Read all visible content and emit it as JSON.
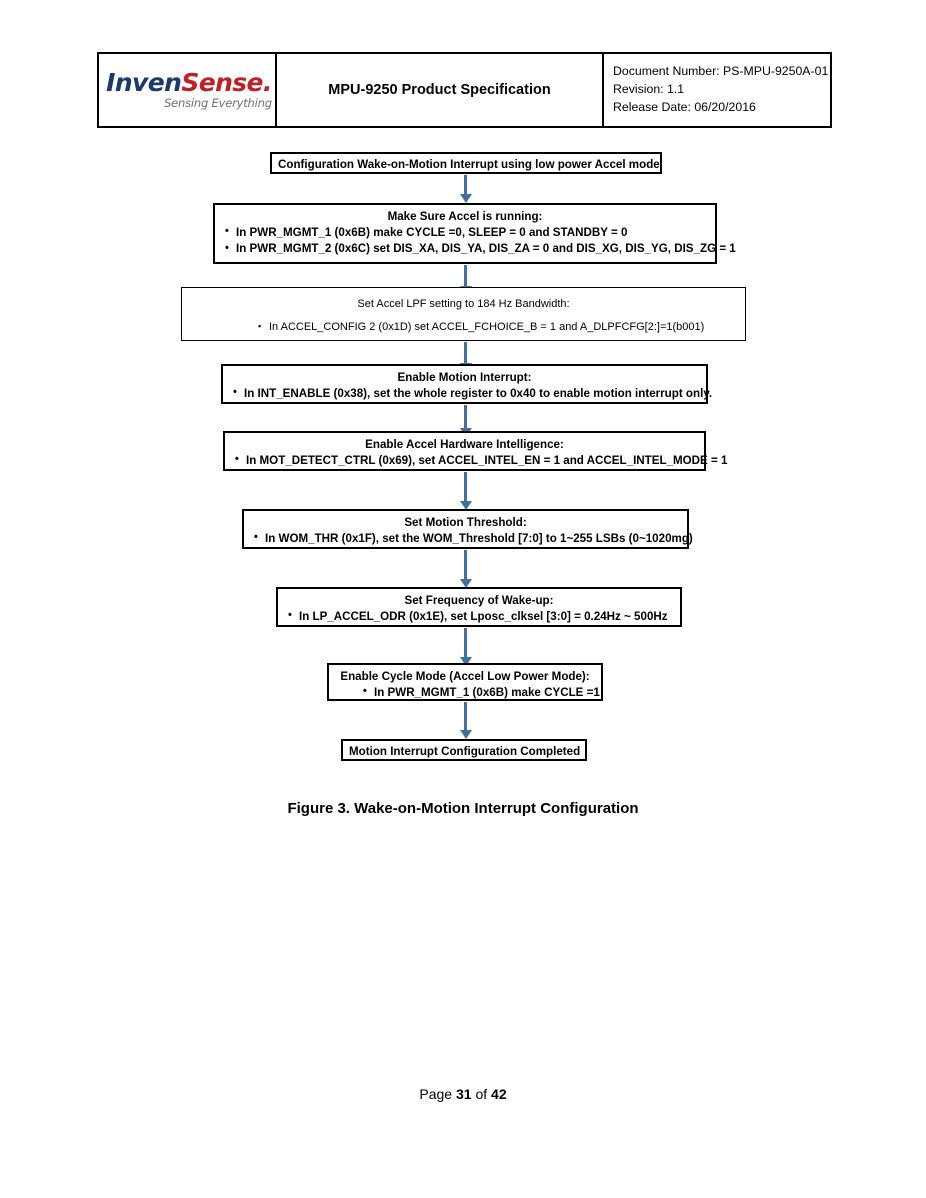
{
  "header": {
    "logo": {
      "name": "InvenSense",
      "part_primary": "Inven",
      "part_secondary": "Sense",
      "tagline": "Sensing Everything",
      "color_primary": "#1b3a6b",
      "color_secondary": "#be2026",
      "color_tagline": "#6d6e70"
    },
    "title": "MPU-9250 Product Specification",
    "meta": {
      "document_number": "Document Number: PS-MPU-9250A-01",
      "revision": "Revision: 1.1",
      "release_date": "Release Date: 06/20/2016"
    }
  },
  "flowchart": {
    "accent_color": "#41719c",
    "border_color": "#000000",
    "nodes": [
      {
        "id": "start",
        "title": "Configuration Wake-on-Motion Interrupt using low power Accel mode",
        "bullets": []
      },
      {
        "id": "accel-running",
        "title": "Make Sure Accel is running:",
        "bullets": [
          "In PWR_MGMT_1 (0x6B) make CYCLE =0, SLEEP = 0  and STANDBY = 0",
          "In PWR_MGMT_2 (0x6C) set DIS_XA, DIS_YA, DIS_ZA = 0 and DIS_XG, DIS_YG, DIS_ZG = 1"
        ]
      },
      {
        "id": "accel-lpf",
        "title": "Set Accel LPF setting to 184 Hz Bandwidth:",
        "bullets": [
          "In ACCEL_CONFIG 2 (0x1D) set ACCEL_FCHOICE_B = 1 and A_DLPFCFG[2:]=1(b001)"
        ]
      },
      {
        "id": "motion-interrupt",
        "title": "Enable Motion Interrupt:",
        "bullets": [
          "In INT_ENABLE (0x38), set the whole register to 0x40 to enable motion interrupt only."
        ]
      },
      {
        "id": "hardware-intelligence",
        "title": "Enable Accel Hardware Intelligence:",
        "bullets": [
          "In MOT_DETECT_CTRL  (0x69), set ACCEL_INTEL_EN  = 1 and ACCEL_INTEL_MODE  = 1"
        ]
      },
      {
        "id": "motion-threshold",
        "title": "Set Motion Threshold:",
        "bullets": [
          "In WOM_THR (0x1F), set the WOM_Threshold [7:0] to 1~255 LSBs (0~1020mg)"
        ]
      },
      {
        "id": "wakeup-frequency",
        "title": "Set Frequency of Wake-up:",
        "bullets": [
          "In LP_ACCEL_ODR (0x1E), set Lposc_clksel [3:0]  = 0.24Hz ~ 500Hz"
        ]
      },
      {
        "id": "cycle-mode",
        "title": "Enable Cycle Mode (Accel Low Power Mode):",
        "bullets": [
          "In PWR_MGMT_1 (0x6B) make CYCLE =1"
        ]
      },
      {
        "id": "completed",
        "title": "Motion Interrupt Configuration Completed",
        "bullets": []
      }
    ]
  },
  "caption": "Figure 3. Wake-on-Motion Interrupt Configuration",
  "footer": {
    "prefix": "Page ",
    "current_page": "31",
    "middle": " of ",
    "total_pages": "42"
  }
}
